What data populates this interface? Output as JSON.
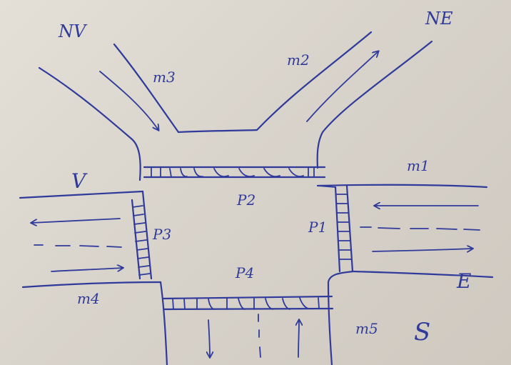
{
  "labels": {
    "nw": "NV",
    "ne": "NE",
    "w": "V",
    "e": "E",
    "s": "S",
    "m1": "m1",
    "m2": "m2",
    "m3": "m3",
    "m4": "m4",
    "m5": "m5",
    "p1": "P1",
    "p2": "P2",
    "p3": "P3",
    "p4": "P4"
  },
  "colors": {
    "ink": "#2f3a9a",
    "paper": "#dcd7cf"
  }
}
